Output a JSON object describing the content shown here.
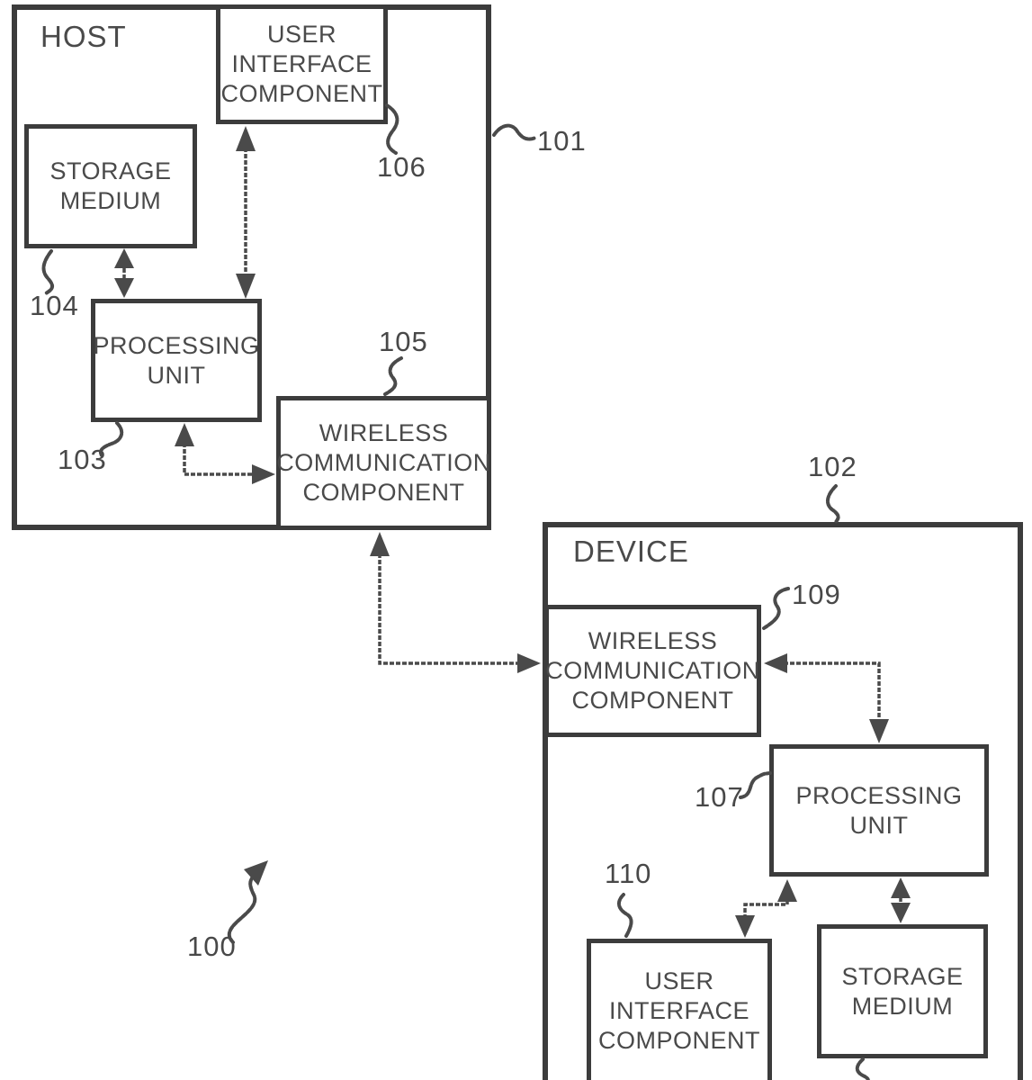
{
  "figure": {
    "ref": "100"
  },
  "host": {
    "title": "HOST",
    "ref": "101",
    "user_interface": {
      "label": "USER INTERFACE COMPONENT",
      "ref": "106"
    },
    "storage": {
      "label": "STORAGE MEDIUM",
      "ref": "104"
    },
    "processing": {
      "label": "PROCESSING UNIT",
      "ref": "103"
    },
    "wireless": {
      "label": "WIRELESS COMMUNICATION COMPONENT",
      "ref": "105"
    }
  },
  "device": {
    "title": "DEVICE",
    "ref": "102",
    "wireless": {
      "label": "WIRELESS COMMUNICATION COMPONENT",
      "ref": "109"
    },
    "processing": {
      "label": "PROCESSING UNIT",
      "ref": "107"
    },
    "storage": {
      "label": "STORAGE MEDIUM"
    },
    "user_interface": {
      "label": "USER INTERFACE COMPONENT",
      "ref": "110"
    }
  }
}
